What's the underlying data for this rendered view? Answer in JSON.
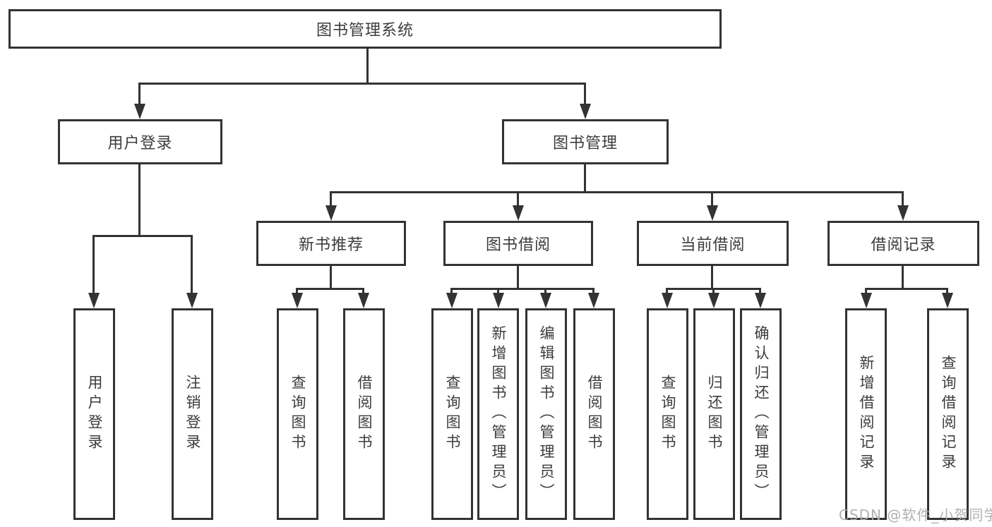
{
  "root": {
    "label": "图书管理系统"
  },
  "level2": {
    "user_login": {
      "label": "用户登录"
    },
    "book_mgmt": {
      "label": "图书管理"
    }
  },
  "level3": {
    "new_books": {
      "label": "新书推荐"
    },
    "book_borrow": {
      "label": "图书借阅"
    },
    "current_borrow": {
      "label": "当前借阅"
    },
    "borrow_records": {
      "label": "借阅记录"
    }
  },
  "leaves": {
    "user_login": {
      "label": "用户登录"
    },
    "logout": {
      "label": "注销登录"
    },
    "nb_query": {
      "label": "查询图书"
    },
    "nb_borrow": {
      "label": "借阅图书"
    },
    "bb_query": {
      "label": "查询图书"
    },
    "bb_add": {
      "label": "新增图书（管理员）"
    },
    "bb_edit": {
      "label": "编辑图书（管理员）"
    },
    "bb_borrow": {
      "label": "借阅图书"
    },
    "cb_query": {
      "label": "查询图书"
    },
    "cb_return": {
      "label": "归还图书"
    },
    "cb_confirm": {
      "label": "确认归还（管理员）"
    },
    "br_add": {
      "label": "新增借阅记录"
    },
    "br_query": {
      "label": "查询借阅记录"
    }
  },
  "watermark": {
    "text": "CSDN @软件_小贺同学"
  },
  "colors": {
    "line": "#333333",
    "text": "#3c3c3c",
    "background": "#ffffff",
    "watermark": "#a8a8a8"
  }
}
